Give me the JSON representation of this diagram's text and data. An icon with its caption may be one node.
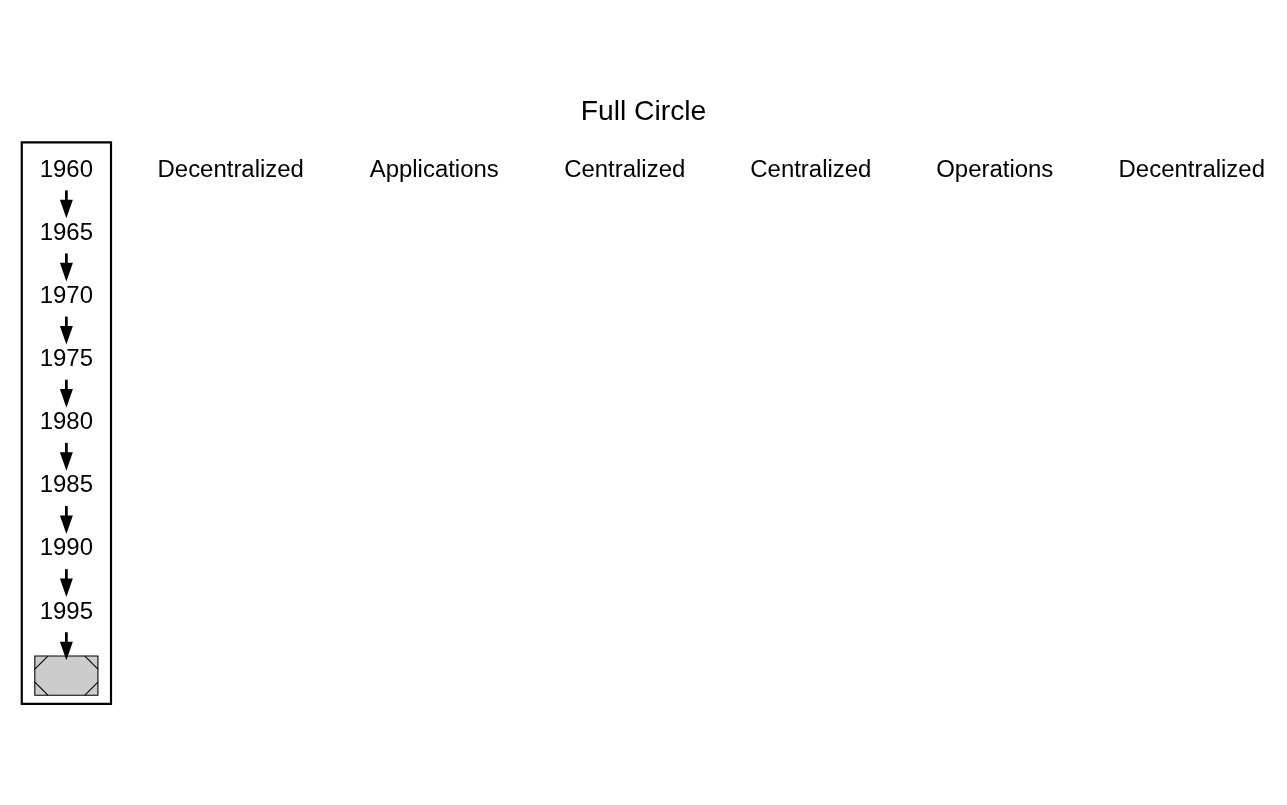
{
  "diagram": {
    "title": "Full Circle",
    "nodes": [
      {
        "text": [],
        "shape": "box"
      },
      {
        "text": [
          "1980"
        ],
        "in": 0
      },
      {
        "text": [
          "1985"
        ],
        "in": 0
      },
      {
        "text": [
          "1975"
        ],
        "in": 0
      },
      {
        "text": [
          "1990"
        ],
        "in": 0
      },
      {
        "text": [
          "1970"
        ],
        "in": 0
      },
      {
        "text": [
          "1965"
        ],
        "in": 0
      },
      {
        "text": [
          "1995"
        ],
        "in": 0
      },
      {
        "text": [
          "1960"
        ],
        "in": 0
      },
      {
        "text": [],
        "shape": "box",
        "in": 0
      }
    ],
    "edges": [
      {
        "from": 8,
        "to": 6,
        "arrow": "to"
      },
      {
        "from": 6,
        "to": 5,
        "arrow": "to"
      },
      {
        "from": 5,
        "to": 3,
        "arrow": "to"
      },
      {
        "from": 3,
        "to": 1,
        "arrow": "to"
      },
      {
        "from": 1,
        "to": 2,
        "arrow": "to"
      },
      {
        "from": 2,
        "to": 4,
        "arrow": "to"
      },
      {
        "from": 4,
        "to": 7,
        "arrow": "to"
      },
      {
        "from": 7,
        "to": 9,
        "arrow": "to"
      }
    ],
    "labels": [
      "Decentralized",
      "Applications",
      "Centralized",
      "Centralized",
      "Operations",
      "Decentralized"
    ]
  }
}
